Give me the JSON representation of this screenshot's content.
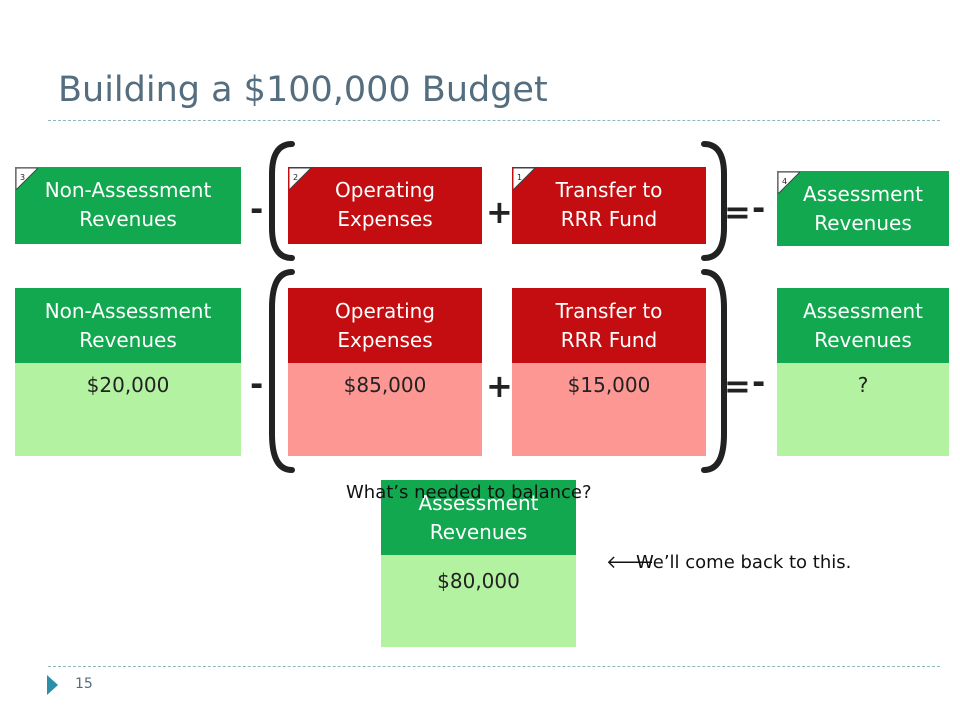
{
  "slide": {
    "title": "Building a $100,000 Budget",
    "page_number": "15"
  },
  "top_row": {
    "non_assessment": {
      "label": "Non-Assessment Revenues",
      "tag": "3"
    },
    "minus1": "-",
    "operating": {
      "label": "Operating Expenses",
      "tag": "2"
    },
    "plus": "+",
    "transfer": {
      "label": "Transfer to RRR Fund",
      "tag": "1"
    },
    "equals": "=",
    "minus2": "-",
    "assessment": {
      "label": "Assessment Revenues",
      "tag": "4"
    }
  },
  "bottom_row": {
    "non_assessment": {
      "label": "Non-Assessment Revenues",
      "value": "$20,000"
    },
    "minus1": "-",
    "operating": {
      "label": "Operating Expenses",
      "value": "$85,000"
    },
    "plus": "+",
    "transfer": {
      "label": "Transfer to RRR Fund",
      "value": "$15,000"
    },
    "equals": "=",
    "minus2": "-",
    "assessment": {
      "label": "Assessment Revenues",
      "value": "?"
    }
  },
  "result": {
    "question": "What’s needed to balance?",
    "label": "Assessment Revenues",
    "value": "$80,000",
    "arrow": "🡐",
    "note": "We’ll come back to this."
  },
  "colors": {
    "green": "#12a84f",
    "light_green": "#b3f2a0",
    "red": "#c40d10",
    "pink": "#fc9793",
    "title": "#546d7f"
  }
}
